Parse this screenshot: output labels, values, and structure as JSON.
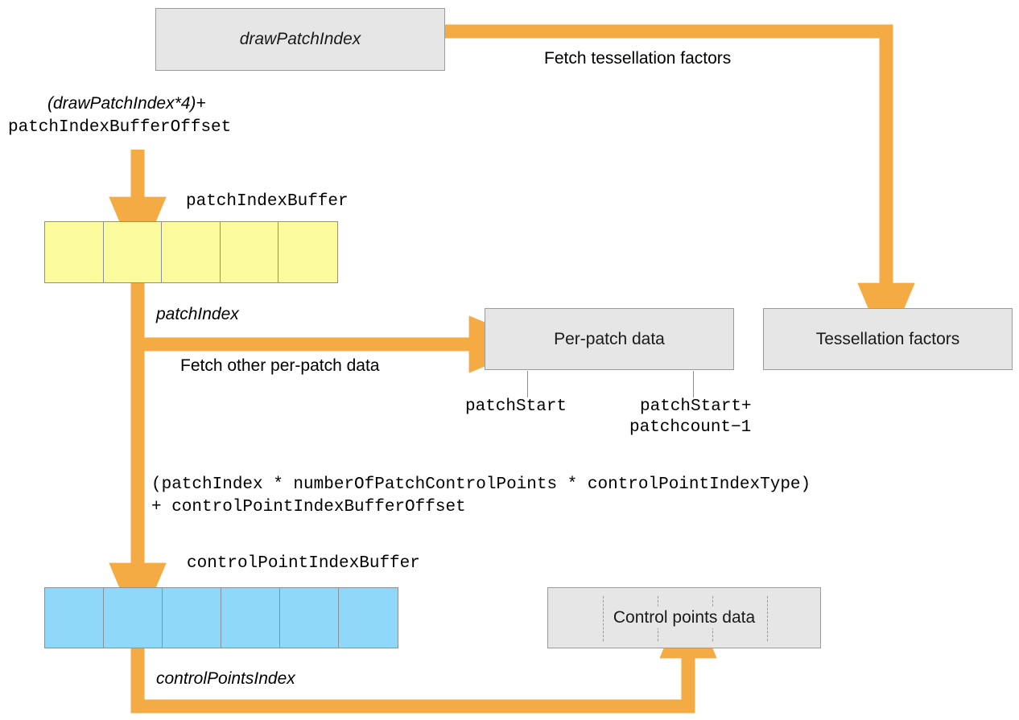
{
  "diagram": {
    "title": "Tessellation patch index and control point index buffer flow",
    "colors": {
      "arrow": "#f5ab44",
      "box_fill": "#e6e6e6",
      "box_border": "#9a9a9a",
      "buffer_border": "#8a9199",
      "patch_index_buffer_fill": "#fbfb9e",
      "control_point_index_buffer_fill": "#8fd8fa",
      "text": "#000000"
    },
    "nodes": {
      "draw_patch_index": {
        "label": "drawPatchIndex",
        "style": "italic"
      },
      "per_patch_data": {
        "label": "Per-patch data",
        "style": "normal"
      },
      "tessellation_factors": {
        "label": "Tessellation factors",
        "style": "normal"
      },
      "control_points_data": {
        "label": "Control points data",
        "style": "normal",
        "sections": 5
      }
    },
    "buffers": {
      "patch_index_buffer": {
        "title": "patchIndexBuffer",
        "cells": 5,
        "fill": "#fbfb9e"
      },
      "control_point_index_buffer": {
        "title": "controlPointIndexBuffer",
        "cells": 6,
        "fill": "#8fd8fa"
      }
    },
    "expressions": {
      "patch_index_offset_line1": "(drawPatchIndex*4)+",
      "patch_index_offset_line2": "patchIndexBufferOffset",
      "control_point_offset_line1": "(patchIndex * numberOfPatchControlPoints * controlPointIndexType)",
      "control_point_offset_line2": "+ controlPointIndexBufferOffset"
    },
    "edge_labels": {
      "fetch_tessellation_factors": "Fetch tessellation factors",
      "patch_index": "patchIndex",
      "fetch_other_per_patch_data": "Fetch other per-patch data",
      "control_points_index": "controlPointsIndex"
    },
    "range_labels": {
      "patch_start": "patchStart",
      "patch_end_line1": "patchStart+",
      "patch_end_line2": "patchcount−1"
    }
  }
}
